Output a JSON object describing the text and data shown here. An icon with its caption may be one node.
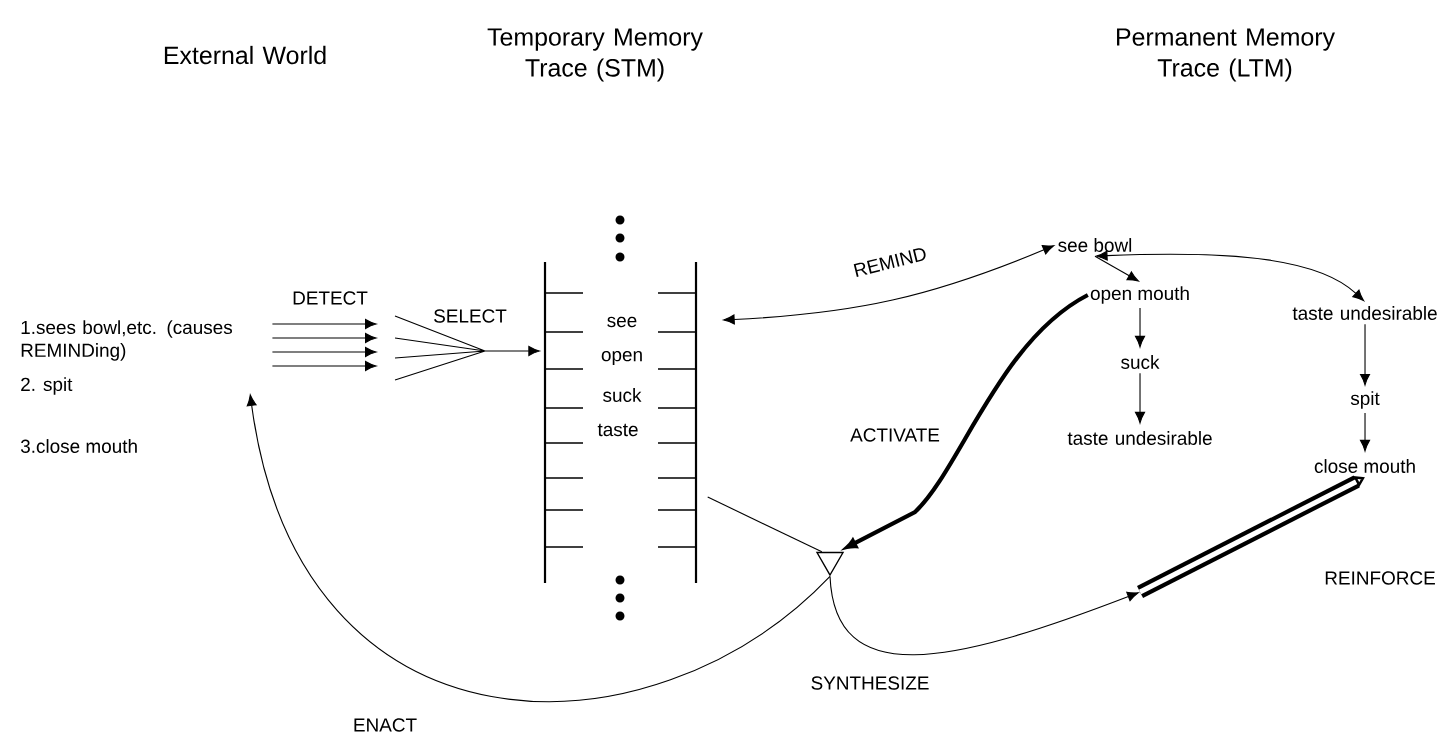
{
  "diagram": {
    "nodes": [
      {
        "text": [
          "1.sees bowl,etc. (causes REMINDing)"
        ]
      },
      {
        "text": [
          "2. spit"
        ]
      },
      {
        "text": [
          "3.close mouth"
        ]
      },
      {
        "text": [
          "see",
          "open",
          "suck",
          "taste"
        ]
      },
      {
        "text": [
          "see bowl"
        ]
      },
      {
        "text": [
          "open mouth"
        ]
      },
      {
        "text": [
          "suck"
        ]
      },
      {
        "text": [
          "taste undesirable"
        ]
      },
      {
        "text": [
          "taste undesirable"
        ]
      },
      {
        "text": [
          "spit"
        ]
      },
      {
        "text": [
          "close mouth"
        ]
      },
      {
        "text": [],
        "shape": "triangle"
      }
    ],
    "edges": [
      {
        "from": 0,
        "to": null,
        "arrow": "to",
        "label": "DETECT"
      },
      {
        "from": 0,
        "to": null,
        "arrow": "to"
      },
      {
        "from": 0,
        "to": null,
        "arrow": "to"
      },
      {
        "from": 0,
        "to": null,
        "arrow": "to"
      },
      {
        "from": null,
        "to": 3,
        "arrow": "to",
        "label": "SELECT"
      },
      {
        "from": 4,
        "to": 3,
        "arrow": "both",
        "label": "REMIND"
      },
      {
        "from": 4,
        "to": 5,
        "arrow": "to"
      },
      {
        "from": 5,
        "to": 6,
        "arrow": "to"
      },
      {
        "from": 6,
        "to": 7,
        "arrow": "to"
      },
      {
        "from": 4,
        "to": 8,
        "arrow": "both"
      },
      {
        "from": 8,
        "to": 9,
        "arrow": "to"
      },
      {
        "from": 9,
        "to": 10,
        "arrow": "to"
      },
      {
        "from": 5,
        "to": 11,
        "arrow": "to",
        "label": "ACTIVATE",
        "style": "thick"
      },
      {
        "from": 3,
        "to": 11,
        "arrow": "none"
      },
      {
        "from": 11,
        "to": null,
        "arrow": "to",
        "label": "ENACT"
      },
      {
        "from": 11,
        "to": null,
        "arrow": "to",
        "label": "SYNTHESIZE"
      },
      {
        "from": null,
        "to": 10,
        "arrow": "to",
        "label": "REINFORCE",
        "style": "thick"
      }
    ],
    "labels": [
      "External World",
      "Temporary Memory Trace (STM)",
      "Permanent Memory Trace (LTM)"
    ]
  }
}
